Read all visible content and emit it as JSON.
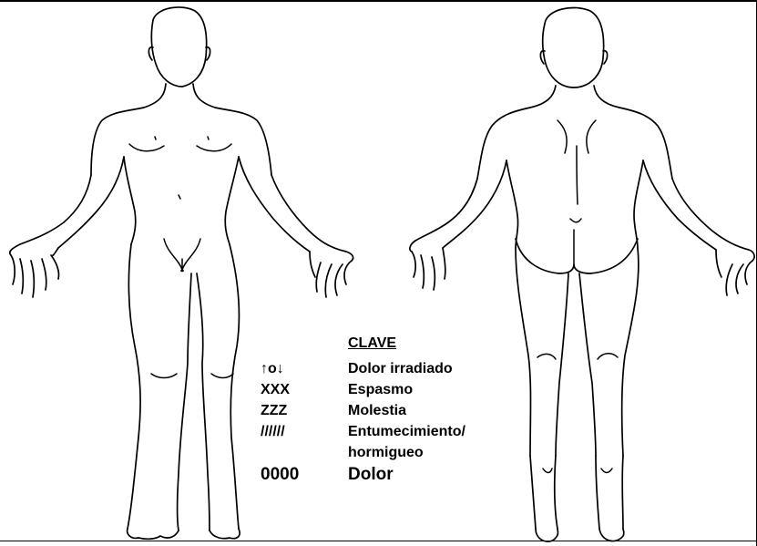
{
  "legend": {
    "title": "CLAVE",
    "items": [
      {
        "symbol": "↑o↓",
        "label": "Dolor irradiado"
      },
      {
        "symbol": "XXX",
        "label": "Espasmo"
      },
      {
        "symbol": "ZZZ",
        "label": "Molestia"
      },
      {
        "symbol": "//////",
        "label": "Entumecimiento/"
      },
      {
        "symbol": "",
        "label": "hormigueo"
      },
      {
        "symbol": "0000",
        "label": "Dolor"
      }
    ]
  },
  "figures": [
    "front-body-outline",
    "back-body-outline"
  ]
}
